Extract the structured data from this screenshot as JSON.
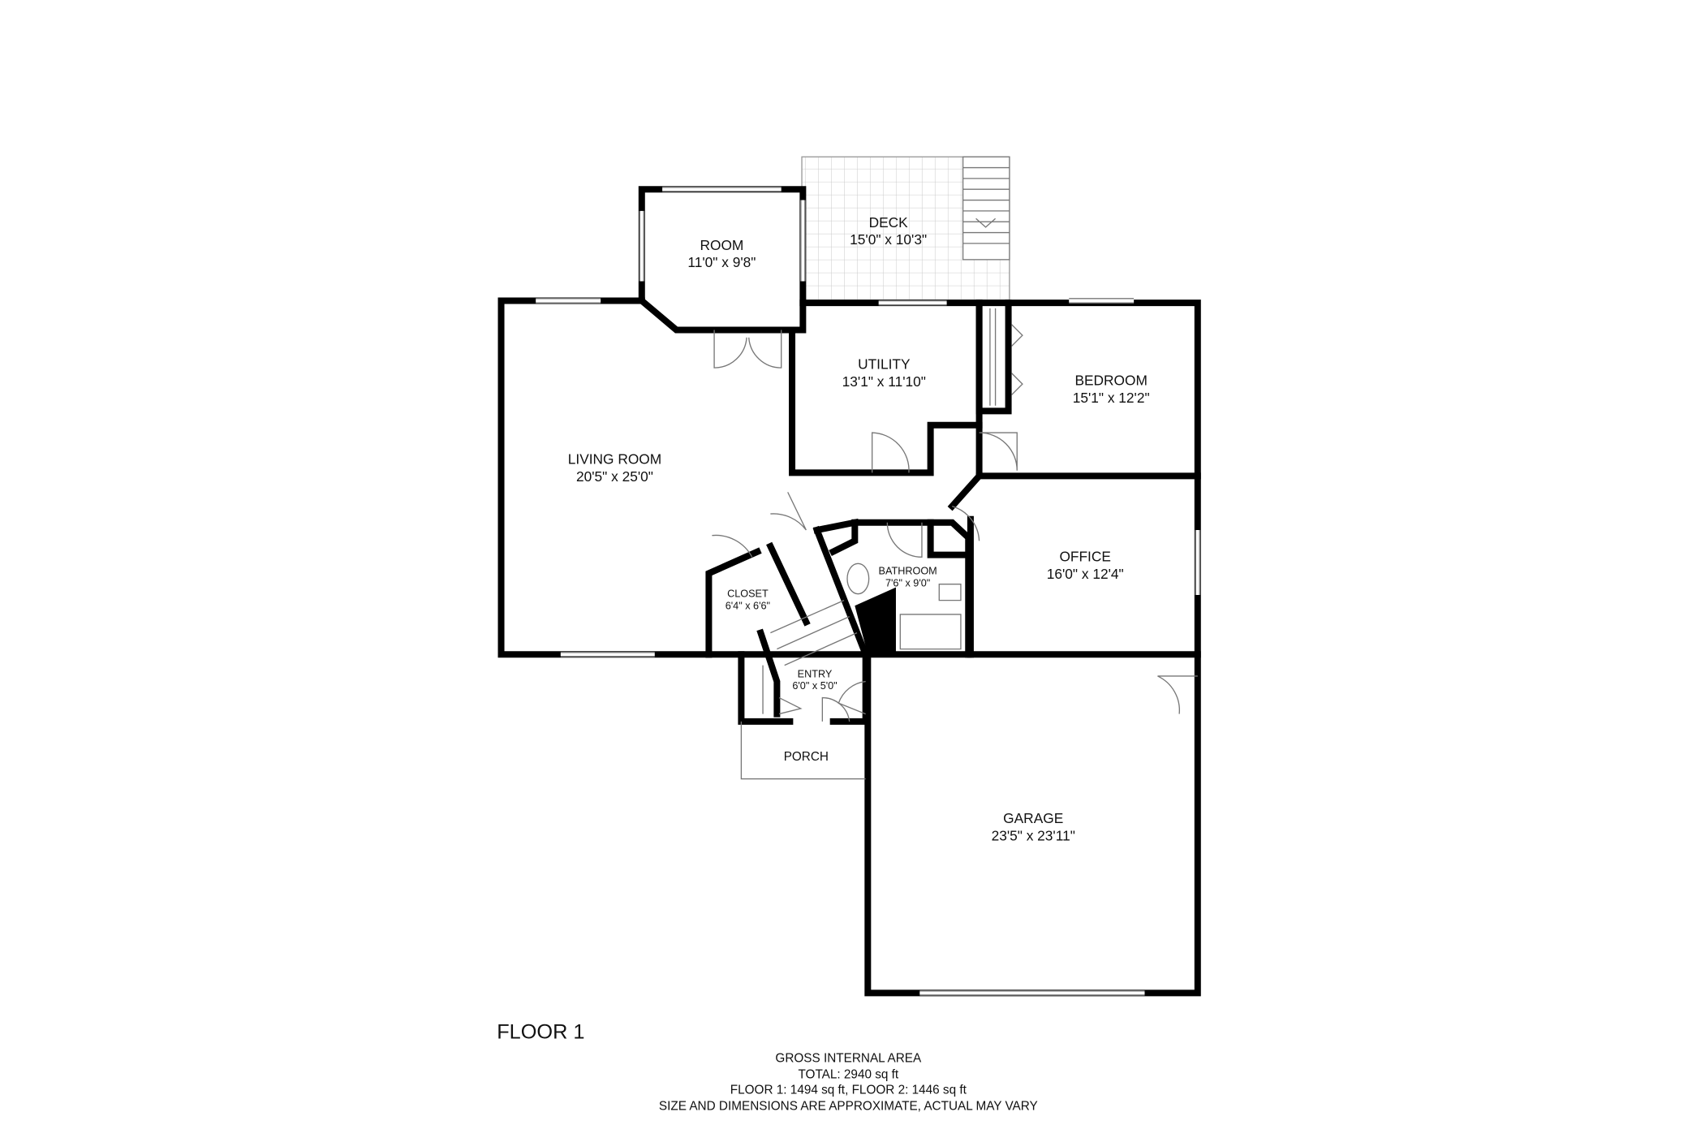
{
  "floor_label": "FLOOR 1",
  "rooms": {
    "deck": {
      "name": "DECK",
      "dims": "15'0\" x 10'3\""
    },
    "room": {
      "name": "ROOM",
      "dims": "11'0\" x 9'8\""
    },
    "utility": {
      "name": "UTILITY",
      "dims": "13'1\" x 11'10\""
    },
    "bedroom": {
      "name": "BEDROOM",
      "dims": "15'1\" x 12'2\""
    },
    "living": {
      "name": "LIVING ROOM",
      "dims": "20'5\" x 25'0\""
    },
    "office": {
      "name": "OFFICE",
      "dims": "16'0\" x 12'4\""
    },
    "bathroom": {
      "name": "BATHROOM",
      "dims": "7'6\" x 9'0\""
    },
    "closet": {
      "name": "CLOSET",
      "dims": "6'4\" x 6'6\""
    },
    "entry": {
      "name": "ENTRY",
      "dims": "6'0\" x 5'0\""
    },
    "porch": {
      "name": "PORCH"
    },
    "garage": {
      "name": "GARAGE",
      "dims": "23'5\" x 23'11\""
    }
  },
  "footer": {
    "line1": "GROSS INTERNAL AREA",
    "line2": "TOTAL:  2940 sq ft",
    "line3": "FLOOR 1: 1494 sq ft, FLOOR 2: 1446 sq ft",
    "line4": "SIZE AND DIMENSIONS ARE APPROXIMATE, ACTUAL MAY VARY"
  }
}
